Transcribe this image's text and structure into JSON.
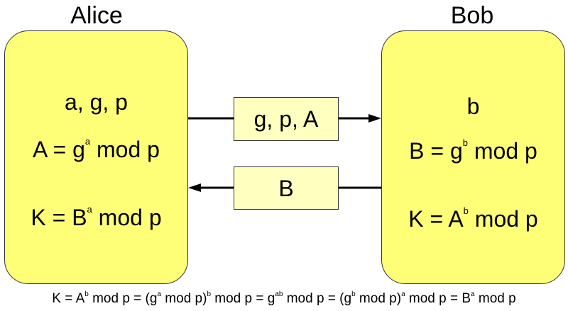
{
  "alice": {
    "title": "Alice",
    "params": "a, g, p",
    "pub_lhs": "A = g",
    "pub_exp": "a",
    "pub_rhs": " mod p",
    "key_lhs": "K = B",
    "key_exp": "a",
    "key_rhs": " mod p"
  },
  "bob": {
    "title": "Bob",
    "params": "b",
    "pub_lhs": "B = g",
    "pub_exp": "b",
    "pub_rhs": " mod p",
    "key_lhs": "K = A",
    "key_exp": "b",
    "key_rhs": " mod p"
  },
  "messages": {
    "to_bob": "g, p, A",
    "to_alice": "B"
  },
  "equation": {
    "p1": "K = A",
    "e1": "b",
    "p2": " mod p = (g",
    "e2": "a",
    "p3": " mod p)",
    "e3": "b",
    "p4": " mod p = g",
    "e4": "ab",
    "p5": " mod p = (g",
    "e5": "b",
    "p6": " mod p)",
    "e6": "a",
    "p7": " mod p = B",
    "e7": "a",
    "p8": " mod p"
  },
  "colors": {
    "panel_fill": "#ffff77",
    "message_fill": "#ffffc0",
    "border": "#333333",
    "arrow": "#000000"
  }
}
